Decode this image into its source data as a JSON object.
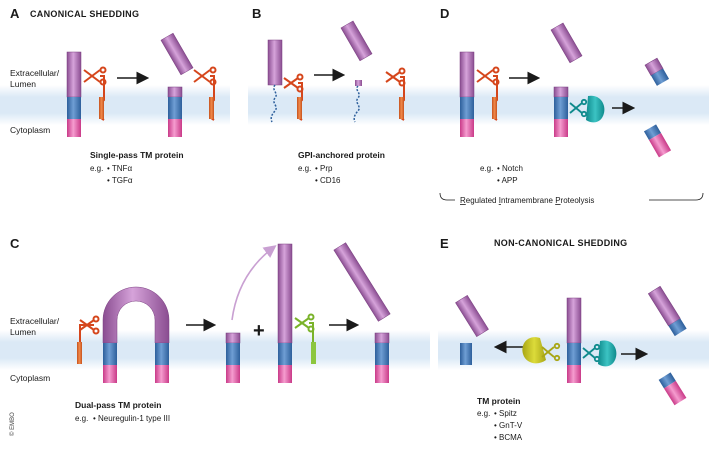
{
  "panels": {
    "a": {
      "letter": "A",
      "heading": "CANONICAL SHEDDING",
      "protein": "Single-pass TM protein",
      "eg": "e.g.",
      "examples": [
        "TNFα",
        "TGFα"
      ]
    },
    "b": {
      "letter": "B",
      "protein": "GPI-anchored protein",
      "eg": "e.g.",
      "examples": [
        "Prp",
        "CD16"
      ]
    },
    "c": {
      "letter": "C",
      "protein": "Dual-pass TM protein",
      "eg": "e.g.",
      "examples": [
        "Neuregulin-1 type III"
      ]
    },
    "d": {
      "letter": "D",
      "eg": "e.g.",
      "examples": [
        "Notch",
        "APP"
      ],
      "rip": [
        "R",
        "egulated ",
        "I",
        "ntramembrane ",
        "P",
        "roteolysis"
      ]
    },
    "e": {
      "letter": "E",
      "heading": "NON-CANONICAL SHEDDING",
      "protein": "TM protein",
      "eg": "e.g.",
      "examples": [
        "Spitz",
        "GnT-V",
        "BCMA"
      ]
    }
  },
  "labels": {
    "extracellular": "Extracellular/",
    "lumen": "Lumen",
    "cytoplasm": "Cytoplasm"
  },
  "copyright": "© EMBO",
  "colors": {
    "ectodomain": "#b77abd",
    "transmembrane": "#4a7fbf",
    "cytoplasmic": "#e66aaa",
    "sheddase": "#d5461c",
    "intramembrane_protease": "#1aa3a5",
    "green_sheddase": "#7ab32a",
    "yellow_protease": "#c6c52a",
    "membrane": "#dbe9f6"
  }
}
